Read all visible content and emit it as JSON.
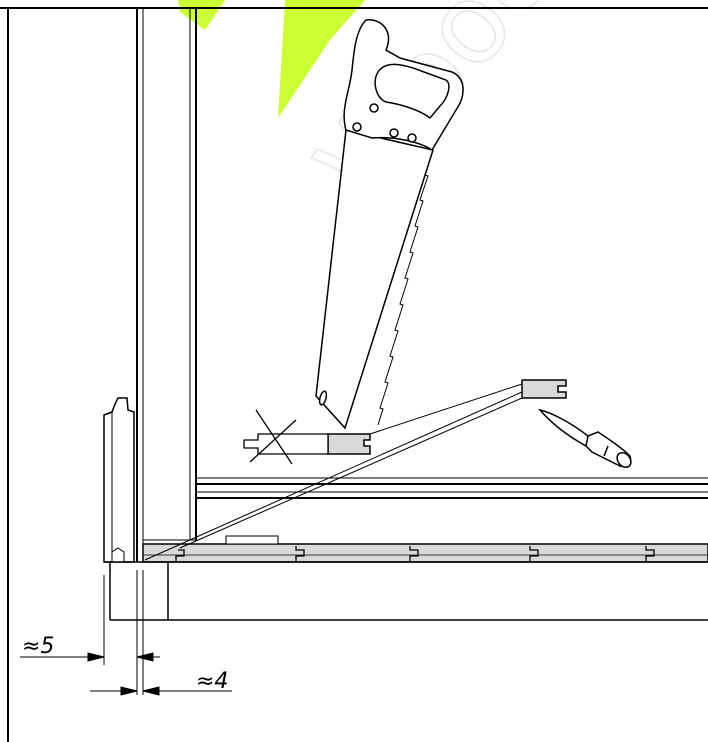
{
  "diagram": {
    "watermark_text": "Wood",
    "watermark_color": "#ccff33",
    "outline_color": "#000000",
    "fill_shade": "#d9d9d9",
    "dimensions": [
      {
        "label": "≈5"
      },
      {
        "label": "≈4"
      }
    ],
    "parts": [
      {
        "name": "handsaw"
      },
      {
        "name": "utility-knife"
      },
      {
        "name": "cut-board-piece"
      },
      {
        "name": "discarded-board-piece"
      },
      {
        "name": "wall-frame"
      },
      {
        "name": "floor-boards"
      },
      {
        "name": "baseboard-profile"
      }
    ]
  }
}
